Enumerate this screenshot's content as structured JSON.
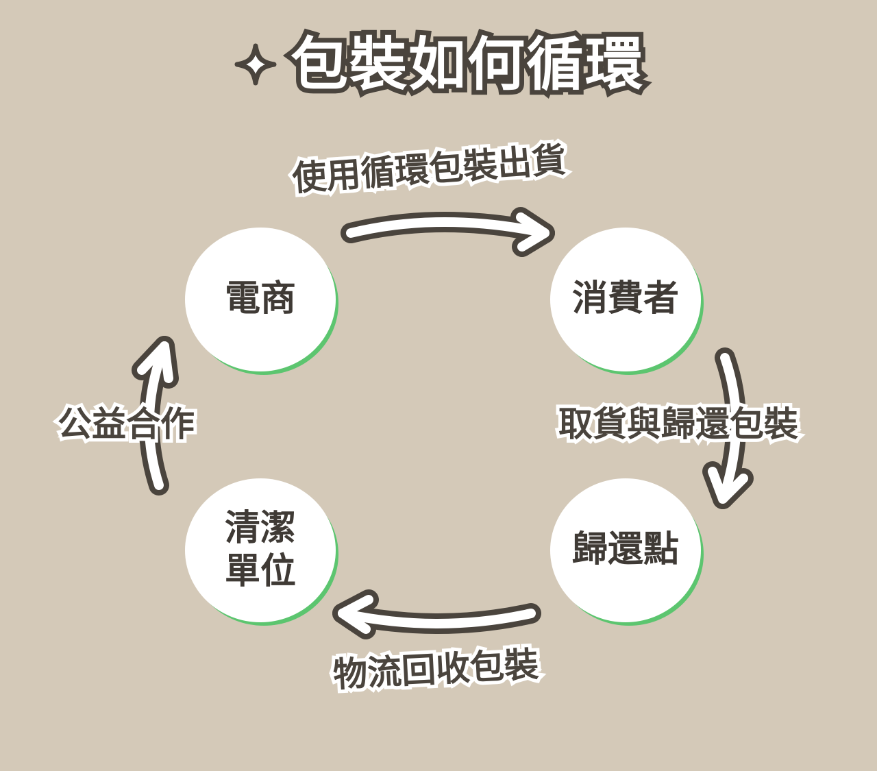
{
  "title": "包裝如何循環",
  "nodes": {
    "ecommerce": "電商",
    "consumer": "消費者",
    "return_point": "歸還點",
    "cleaning_line1": "清潔",
    "cleaning_line2": "單位"
  },
  "edges": {
    "ship": "使用循環包裝出貨",
    "pickup_return": "取貨與歸還包裝",
    "logistics": "物流回收包裝",
    "charity": "公益合作"
  },
  "colors": {
    "background": "#d4c9b8",
    "node_fill": "#ffffff",
    "node_accent": "#5cc56f",
    "outline": "#4a443d"
  },
  "icon": "sparkle-icon"
}
